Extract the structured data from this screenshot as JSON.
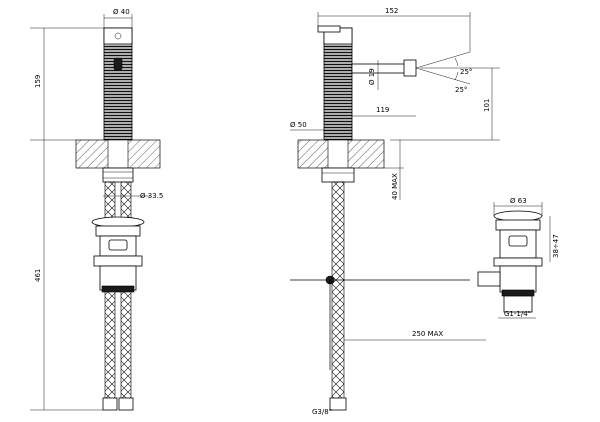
{
  "front_view": {
    "dia_top": "Ø 40",
    "height_upper": "159",
    "height_lower": "461",
    "dia_nut": "Ø 33.5"
  },
  "side_view": {
    "overall_width": "152",
    "dia_spout": "Ø 19",
    "spout_reach": "119",
    "dia_base": "Ø 50",
    "height_spout": "101",
    "angle_upper": "25°",
    "angle_lower": "25°",
    "thickness_max": "40 MAX",
    "hose_length": "250 MAX",
    "thread_bottom": "G3/8\""
  },
  "waste_view": {
    "dia_cap": "Ø 63",
    "depth_range": "38÷47",
    "thread": "G1-1/4\""
  },
  "colors": {
    "line": "#000000",
    "hatch": "#000000",
    "body": "#1a1a1a"
  }
}
